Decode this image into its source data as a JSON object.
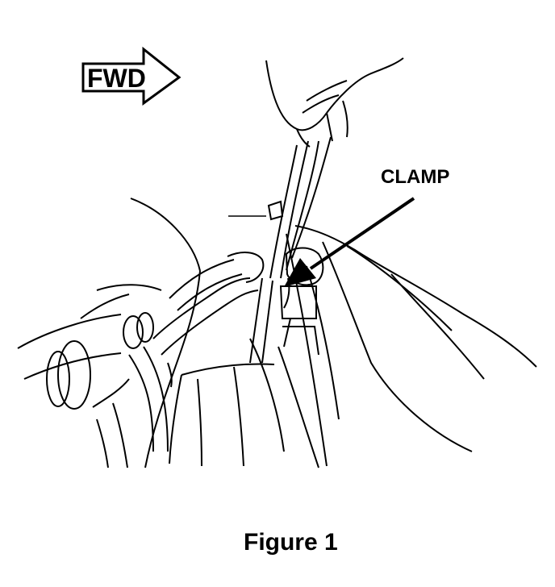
{
  "direction_arrow": {
    "label": "FWD"
  },
  "callout": {
    "label": "CLAMP"
  },
  "caption": {
    "text": "Figure 1"
  },
  "colors": {
    "ink": "#000000",
    "paper": "#ffffff"
  }
}
